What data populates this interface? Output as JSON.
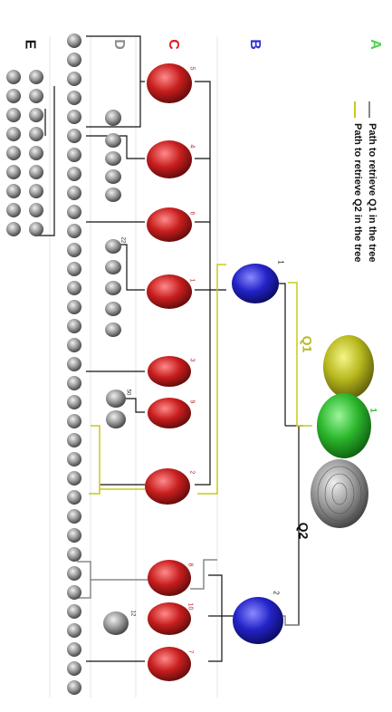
{
  "levels": {
    "A": "A",
    "B": "B",
    "C": "C",
    "D": "D",
    "E": "E"
  },
  "legend": {
    "q1_text": "Path to retrieve Q1 in the tree",
    "q2_text": "Path to retrieve Q2 in the tree"
  },
  "queries": {
    "q1": "Q1",
    "q2": "Q2"
  },
  "node_labels": {
    "green_root": "1",
    "blue_1": "1",
    "blue_2": "2",
    "c1": "5",
    "c2": "4",
    "c3": "6",
    "c4": "1",
    "c5": "3",
    "c6": "9",
    "c7": "2",
    "c8": "8",
    "c9": "10",
    "c10": "7",
    "d_small1": "22",
    "d_small2": "50",
    "d_small3": "12"
  },
  "colors": {
    "green": "#2db82d",
    "blue": "#2323c8",
    "red": "#c81e1e",
    "yellow": "#c8c81e",
    "gray_line": "#888888",
    "black_line": "#111111",
    "level_A": "#4fd04f",
    "level_B": "#3030d0",
    "level_C": "#e02020",
    "level_D": "#8a8a8a",
    "level_E": "#111111"
  }
}
